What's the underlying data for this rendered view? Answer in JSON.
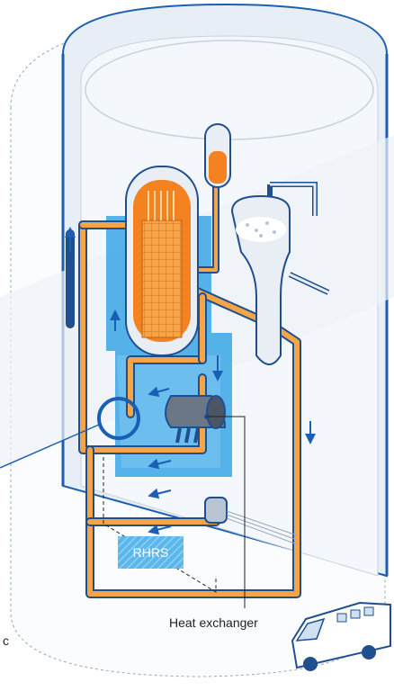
{
  "labels": {
    "rhrs": "RHRS",
    "heat_exchanger": "Heat exchanger",
    "edge_fragment": "c"
  },
  "colors": {
    "pipe_orange": "#f5a547",
    "pipe_outline": "#1f4f8f",
    "blue_accent": "#1a5fb4",
    "pool_blue": "#3aa6e6",
    "reactor_orange": "#f58220",
    "rhrs_box": "#5bb6ec",
    "shell_gray": "#e6ebf2"
  },
  "icons": {
    "flow_arrow": "arrow-icon",
    "vehicle": "van-icon"
  }
}
